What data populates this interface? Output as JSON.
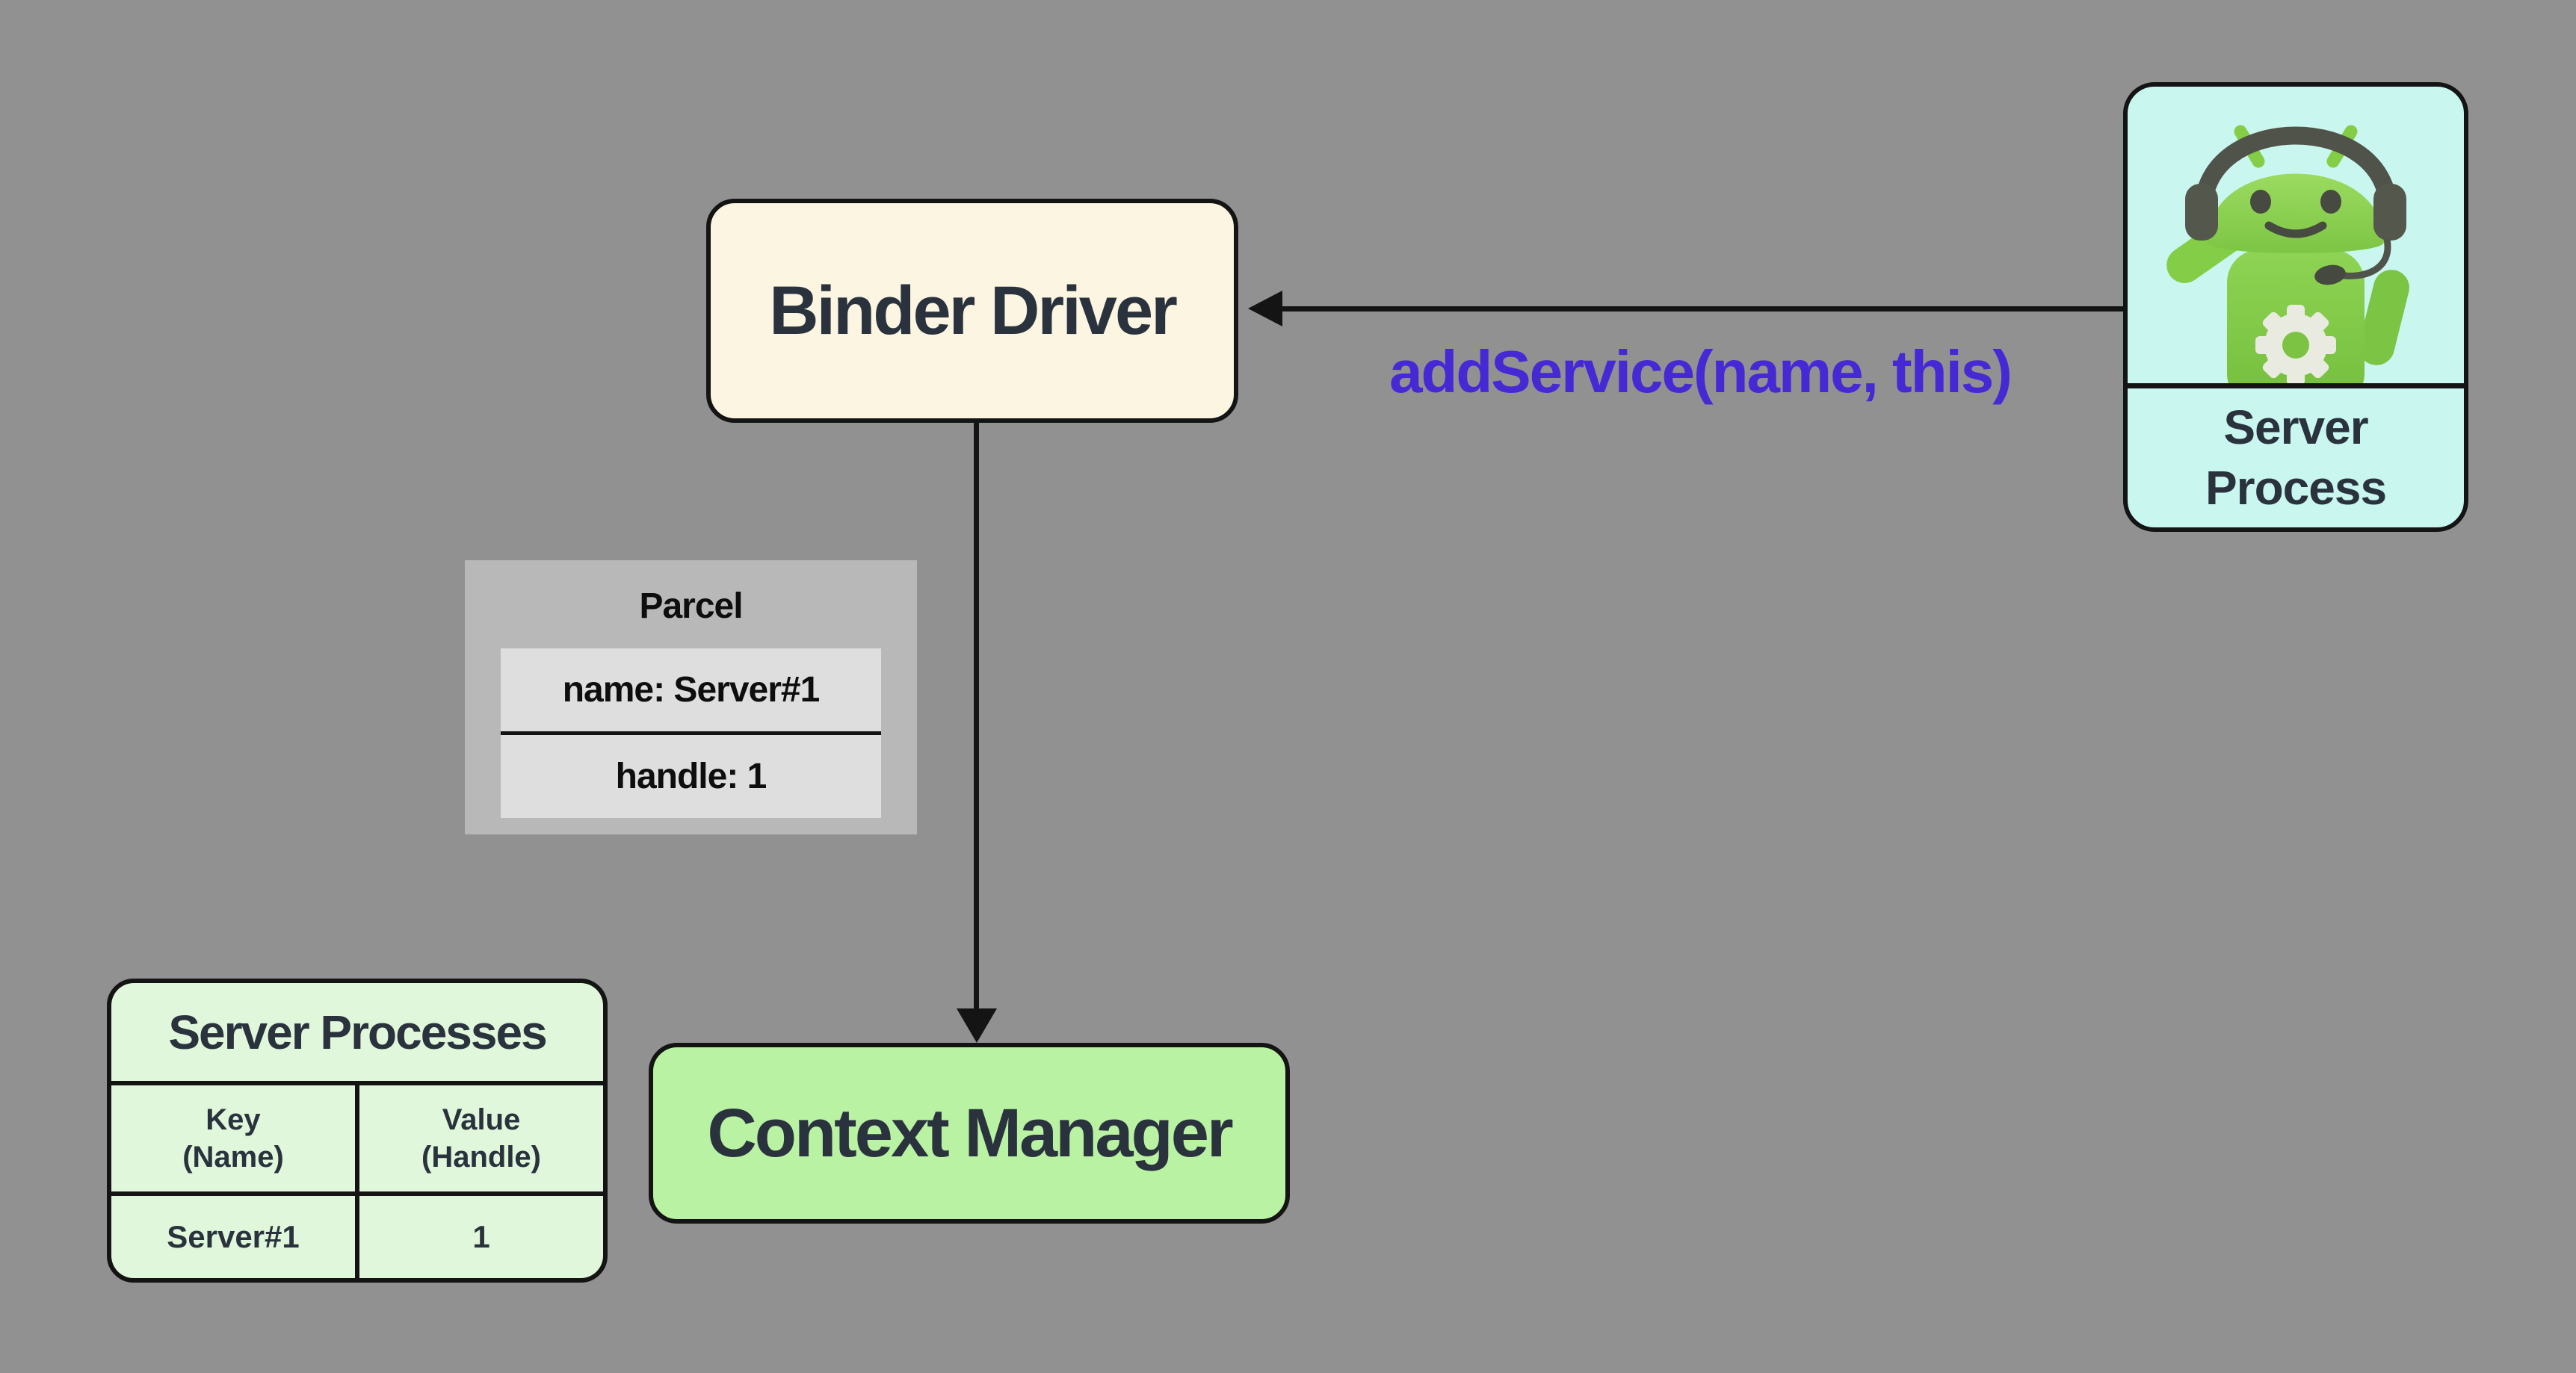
{
  "nodes": {
    "binder_driver": {
      "label": "Binder Driver",
      "fill": "#FBF5E2"
    },
    "server_process": {
      "label": "Server\nProcess",
      "fill": "#C9F7EF",
      "icon": "android-mascot-headset-icon"
    },
    "context_manager": {
      "label": "Context Manager",
      "fill": "#BAF2A3"
    }
  },
  "edges": {
    "add_service": {
      "label": "addService(name, this)",
      "color": "#4629D4",
      "from": "Server Process",
      "to": "Binder Driver"
    },
    "driver_to_context": {
      "from": "Binder Driver",
      "to": "Context Manager"
    }
  },
  "parcel": {
    "title": "Parcel",
    "fields": [
      "name: Server#1",
      "handle: 1"
    ]
  },
  "server_processes": {
    "title": "Server Processes",
    "columns": [
      "Key\n(Name)",
      "Value\n(Handle)"
    ],
    "rows": [
      [
        "Server#1",
        "1"
      ]
    ]
  },
  "colors": {
    "background": "#919191",
    "arrow": "#141414",
    "text_dark": "#2A333D",
    "call_label": "#4629D4",
    "parcel_panel": "#B8B8B8",
    "parcel_box": "#DEDEDE",
    "table_fill": "#E0F7DB"
  }
}
